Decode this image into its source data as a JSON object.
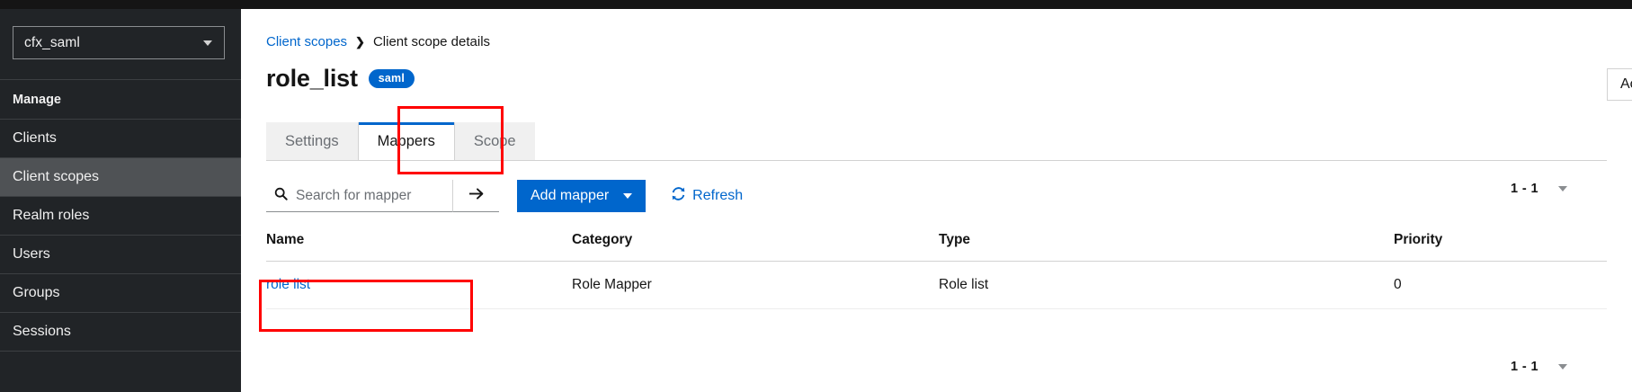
{
  "sidebar": {
    "realm_selector": {
      "value": "cfx_saml",
      "caret_icon": "chevron-down-icon"
    },
    "group_title": "Manage",
    "items": [
      {
        "label": "Clients",
        "active": false
      },
      {
        "label": "Client scopes",
        "active": true
      },
      {
        "label": "Realm roles",
        "active": false
      },
      {
        "label": "Users",
        "active": false
      },
      {
        "label": "Groups",
        "active": false
      },
      {
        "label": "Sessions",
        "active": false
      }
    ]
  },
  "breadcrumb": {
    "parent": "Client scopes",
    "separator": "❯",
    "current": "Client scope details"
  },
  "header": {
    "title": "role_list",
    "badge": "saml",
    "action_button": "Action"
  },
  "tabs": [
    {
      "label": "Settings",
      "active": false
    },
    {
      "label": "Mappers",
      "active": true
    },
    {
      "label": "Scope",
      "active": false
    }
  ],
  "toolbar": {
    "search_placeholder": "Search for mapper",
    "search_value": "",
    "search_icon": "search-icon",
    "search_submit_icon": "arrow-right-icon",
    "add_mapper_label": "Add mapper",
    "add_mapper_caret": "caret-down-icon",
    "refresh_label": "Refresh",
    "refresh_icon": "refresh-icon"
  },
  "pagination": {
    "top_range": "1 - 1",
    "bottom_range": "1 - 1",
    "caret_icon": "caret-down-icon"
  },
  "table": {
    "columns": [
      "Name",
      "Category",
      "Type",
      "Priority"
    ],
    "rows": [
      {
        "name": "role list",
        "category": "Role Mapper",
        "type": "Role list",
        "priority": "0"
      }
    ]
  },
  "annotations": [
    {
      "name": "highlight-mappers-tab",
      "color": "#ff0000"
    },
    {
      "name": "highlight-role-list-link",
      "color": "#ff0000"
    }
  ],
  "colors": {
    "accent": "#0066cc",
    "sidebar_bg": "#212427",
    "sidebar_active": "#4f5255",
    "annotation": "#ff0000"
  }
}
